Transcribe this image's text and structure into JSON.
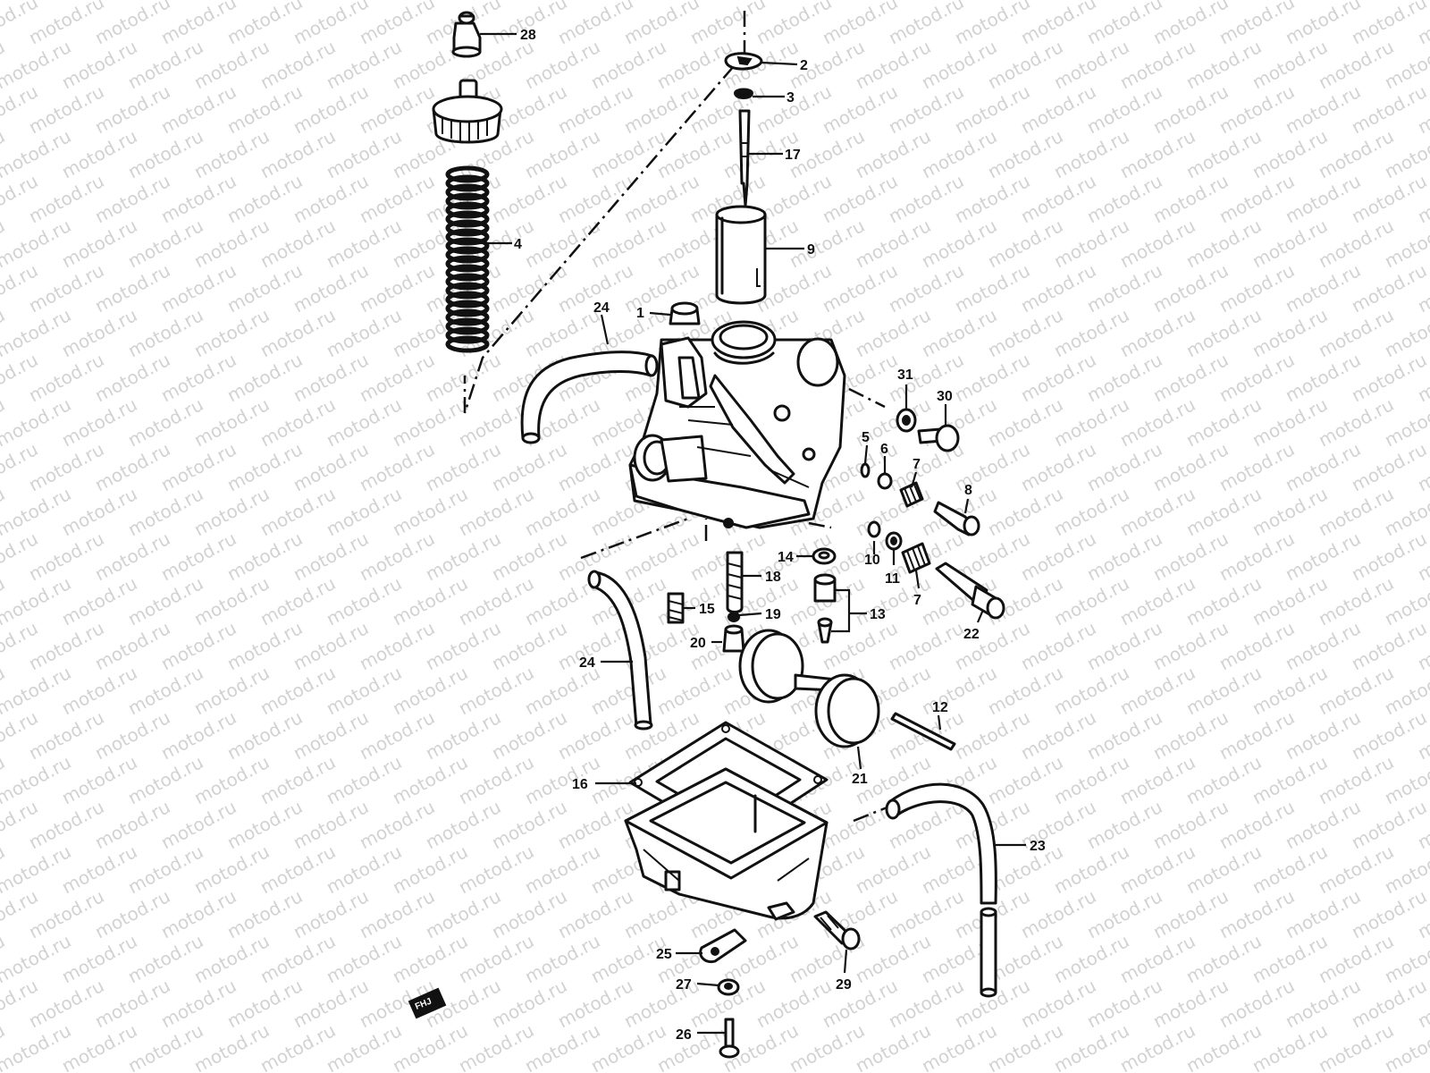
{
  "watermark": {
    "text": "motod.ru",
    "color": "#d2d2d2"
  },
  "diagram": {
    "line_color": "#111111",
    "background": "#ffffff",
    "corner_badge": "FHJ",
    "callouts": [
      "28",
      "2",
      "3",
      "17",
      "4",
      "9",
      "1",
      "24",
      "31",
      "30",
      "5",
      "6",
      "7",
      "8",
      "10",
      "11",
      "7",
      "14",
      "18",
      "15",
      "19",
      "13",
      "20",
      "22",
      "24",
      "12",
      "21",
      "16",
      "23",
      "25",
      "29",
      "27",
      "26"
    ]
  }
}
